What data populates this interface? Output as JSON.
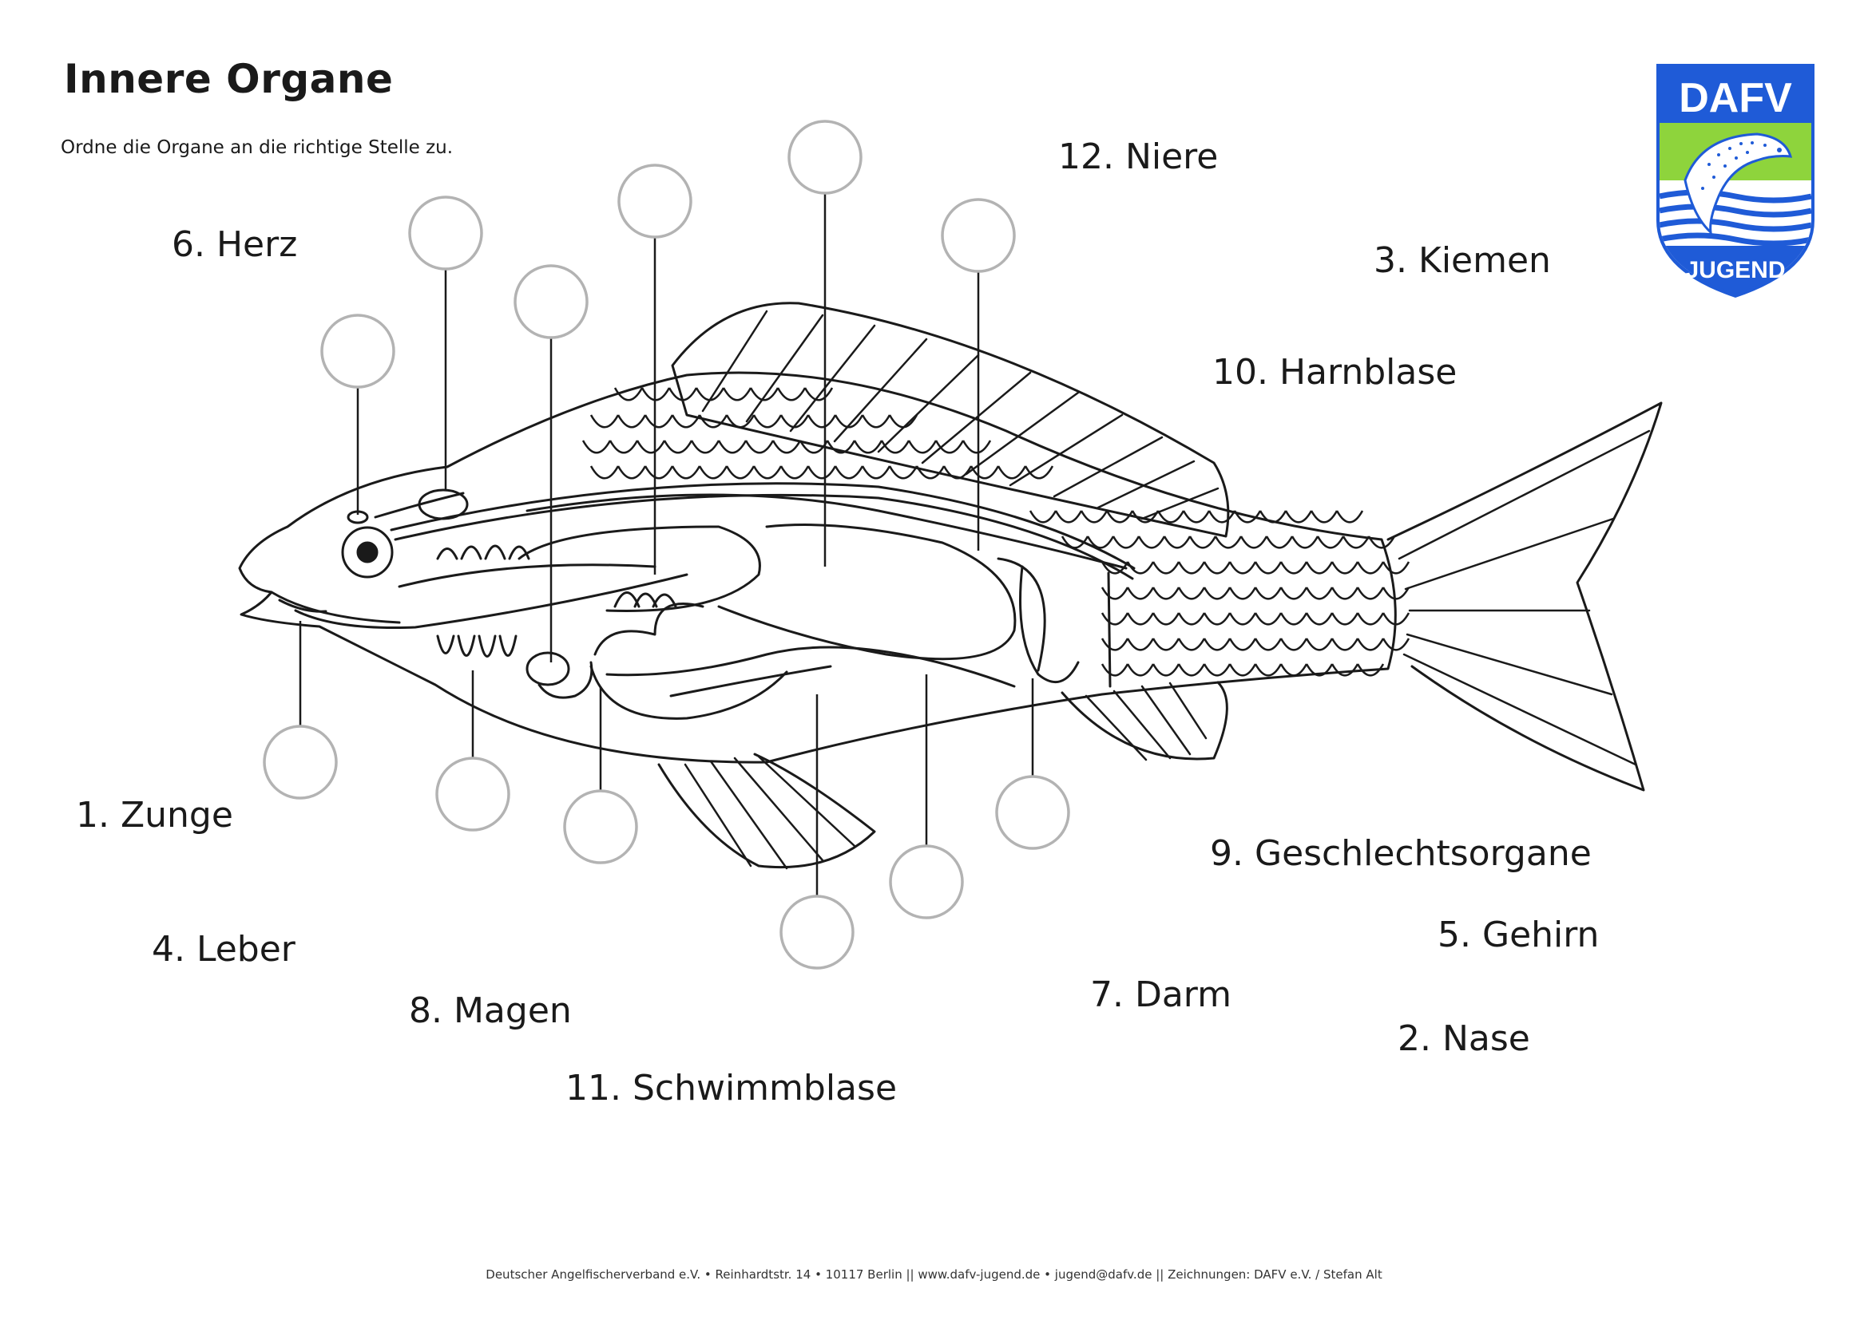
{
  "header": {
    "title": "Innere Organe",
    "instruction": "Ordne die Organe an die richtige Stelle zu."
  },
  "logo": {
    "text_top": "DAFV",
    "text_bottom": "JUGEND",
    "colors": {
      "blue": "#1f5bd7",
      "green": "#8ed43c",
      "white": "#ffffff"
    }
  },
  "labels": [
    "1. Zunge",
    "2. Nase",
    "3. Kiemen",
    "4. Leber",
    "5. Gehirn",
    "6. Herz",
    "7. Darm",
    "8. Magen",
    "9. Geschlechtsorgane",
    "10. Harnblase",
    "11. Schwimmblase",
    "12. Niere"
  ],
  "footer": "Deutscher Angelfischerverband e.V. • Reinhardtstr. 14 • 10117 Berlin || www.dafv-jugend.de • jugend@dafv.de || Zeichnungen: DAFV e.V. / Stefan Alt"
}
